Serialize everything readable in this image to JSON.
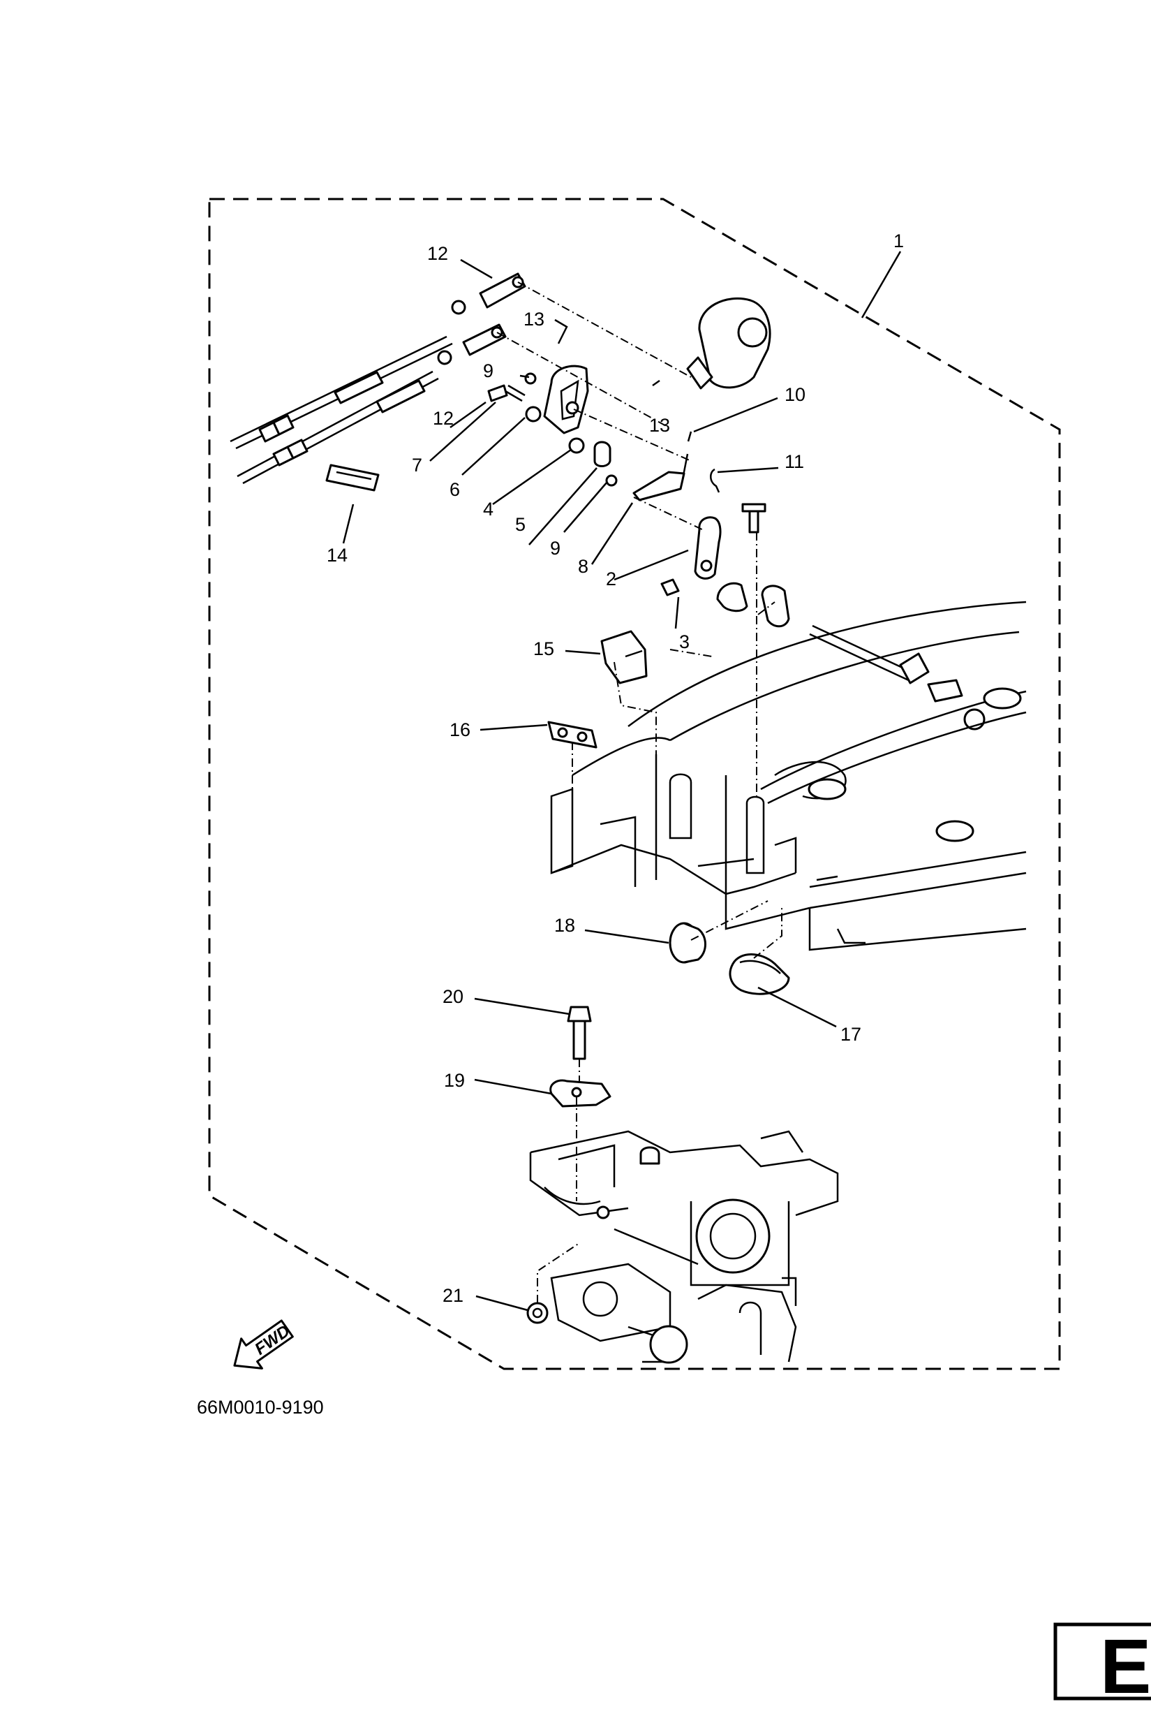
{
  "diagram": {
    "drawing_number": "66M0010-9190",
    "fwd_arrow_text": "FWD",
    "corner_code": "E",
    "callouts": [
      "1",
      "2",
      "3",
      "4",
      "5",
      "6",
      "7",
      "8",
      "9",
      "9",
      "10",
      "11",
      "12",
      "12",
      "13",
      "13",
      "14",
      "15",
      "16",
      "17",
      "18",
      "19",
      "20",
      "21"
    ]
  }
}
